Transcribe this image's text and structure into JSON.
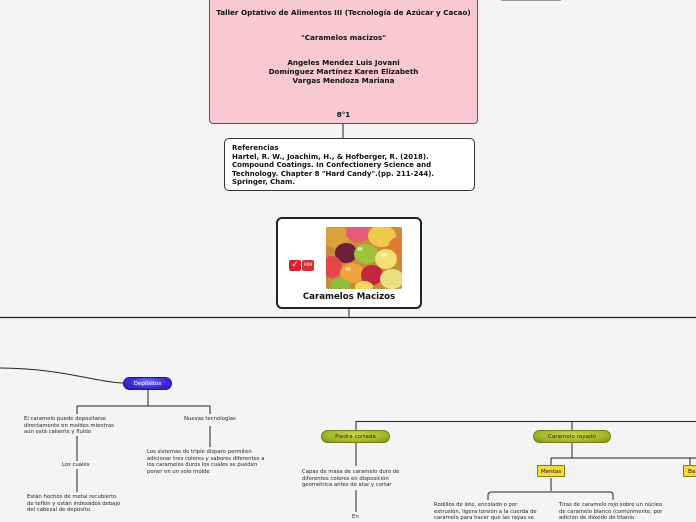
{
  "title_box": {
    "course": "Taller Optativo de Alimentos III (Tecnología de Azúcar y Cacao)",
    "topic": "\"Caramelos macizos\"",
    "authors": [
      "Angeles Mendez Luis Jovani",
      "Domínguez Martínez Karen Elizabeth",
      "Vargas Mendoza Mariana"
    ],
    "group": "8°1"
  },
  "references": {
    "lines": [
      "Referencias",
      "Hartel, R. W., Joachim, H., & Hofberger, R. (2018).",
      "Compound Coatings. In Confectionery Science and",
      "Technology. Chapter 8 \"Hard Candy\".(pp. 211-244).",
      "Springer, Cham."
    ]
  },
  "central": {
    "label": "Caramelos Macizos",
    "badge_icon": "checkmark-icon",
    "badge_text": "909"
  },
  "nodes": {
    "depositos": "Depósitos",
    "piedra_cortada": "Piedra cortada",
    "caramelo_rayado": "Caramelo rayado",
    "mentas": "Mentas",
    "ba_partial": "Ba"
  },
  "texts": {
    "deposit_mold": [
      "El caramelo puede depositarse",
      "directamente en moldes mientras",
      "aún está caliente y fluido"
    ],
    "nuevas_tecnologias": [
      "Nuevas tecnologías"
    ],
    "los_cuales": [
      "Los cuales"
    ],
    "moldes_metal": [
      "Están hechos de metal recubierto",
      "de teflón y están indexados debajo",
      "del cabezal de deposito."
    ],
    "triple_disparo": [
      "Los sistemas de triple disparo permiten",
      "adicionar tres colores y sabores diferentes a",
      "los caramelos duros los cuales se pueden",
      "poner en un solo molde"
    ],
    "capas_masa": [
      "Capas de masa de caramelo duro de",
      "diferentes colores en disposición",
      "geométrica antes de atar y cortar"
    ],
    "en_partial": [
      "En"
    ],
    "rodillos": [
      "Rodillos de lote, encolado o por",
      "extrusión, ligera torsión a la cuerda de",
      "caramelo para hacer que las rayas se"
    ],
    "tiras_rojo": [
      "Tiras de caramelo rojo sobre un núcleo",
      "de caramelo blanco (comúnmente, por",
      "adición de dióxido de titanio"
    ]
  },
  "colors": {
    "title_bg": "#f8c8d4",
    "blue_node": "#3f2bd8",
    "green_node": "#a5b82c",
    "yellow_tag": "#f2dc3a"
  }
}
